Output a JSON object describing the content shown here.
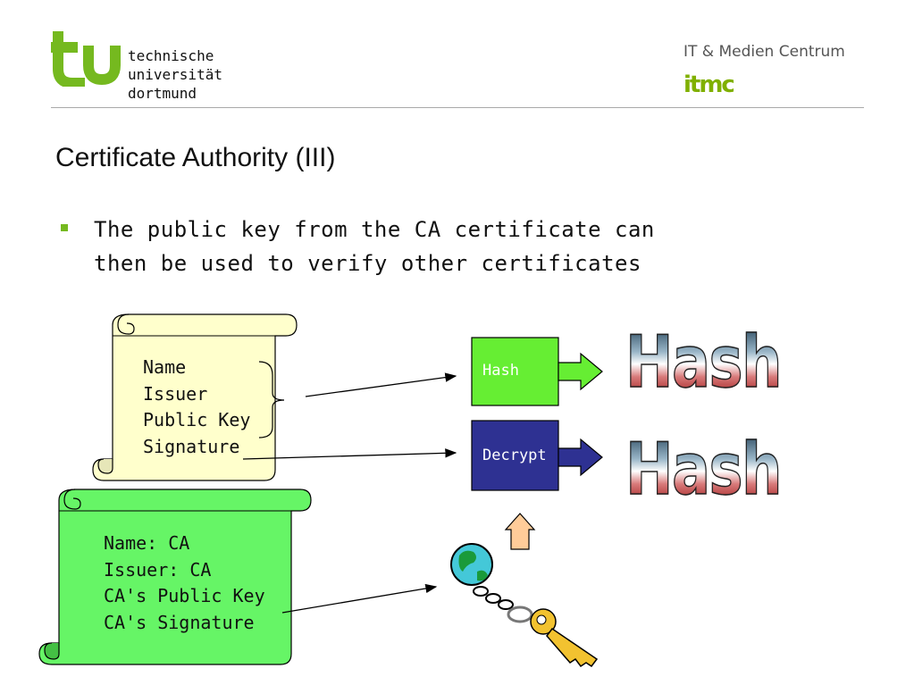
{
  "header": {
    "university_lines": [
      "technische",
      "universität",
      "dortmund"
    ],
    "itmc_name": "IT & Medien Centrum",
    "itmc_logo": "itmc"
  },
  "slide": {
    "title": "Certificate Authority  (III)",
    "bullet_lines": [
      "The public key from the CA certificate can",
      "then be used to verify other certificates"
    ]
  },
  "certificate": {
    "fields": [
      "Name",
      "Issuer",
      "Public Key",
      "Signature"
    ]
  },
  "ca_certificate": {
    "fields": [
      "Name: CA",
      "Issuer: CA",
      "CA's Public Key",
      "CA's Signature"
    ]
  },
  "hash_box": {
    "label": "Hash"
  },
  "decrypt_box": {
    "label": "Decrypt"
  },
  "hash_art": [
    "Hash",
    "Hash"
  ],
  "colors": {
    "brand_green": "#75b91f",
    "ca_scroll": "#66f566",
    "cert_scroll": "#ffffcc",
    "hash_box": "#66ee33",
    "decrypt_box": "#2e3192",
    "up_arrow": "#ffcc99"
  },
  "icons": [
    "tu-logo-icon",
    "scroll-icon",
    "key-with-globe-icon",
    "right-arrow-icon",
    "up-arrow-icon"
  ]
}
